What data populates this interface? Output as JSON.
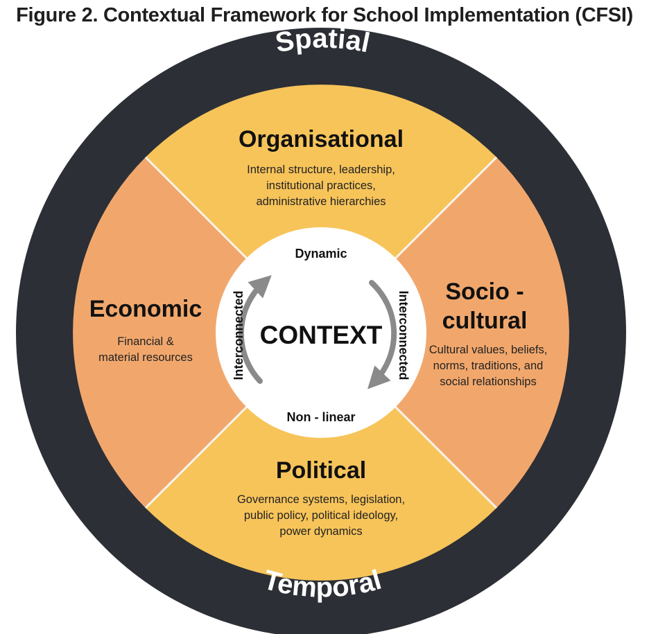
{
  "title": "Figure 2. Contextual Framework for School Implementation (CFSI)",
  "outer_ring": {
    "top": "Spatial",
    "bottom": "Temporal"
  },
  "center": {
    "label": "CONTEXT",
    "top": "Dynamic",
    "bottom": "Non - linear",
    "left": "Interconnected",
    "right": "Interconnected"
  },
  "quadrants": {
    "organisational": {
      "title": "Organisational",
      "lines": [
        "Internal structure, leadership,",
        "institutional practices,",
        "administrative hierarchies"
      ]
    },
    "economic": {
      "title": "Economic",
      "lines": [
        "Financial &",
        "material resources"
      ]
    },
    "sociocultural": {
      "title_lines": [
        "Socio -",
        "cultural"
      ],
      "lines": [
        "Cultural values, beliefs,",
        "norms, traditions, and",
        "social relationships"
      ]
    },
    "political": {
      "title": "Political",
      "lines": [
        "Governance systems, legislation,",
        "public policy, political ideology,",
        "power dynamics"
      ]
    }
  },
  "colors": {
    "ring": "#2c2f35",
    "yellow": "#f7c45a",
    "orange": "#f1a76c",
    "divider": "#f8f3ea",
    "center": "#ffffff",
    "arrow": "#8a8a8a"
  }
}
